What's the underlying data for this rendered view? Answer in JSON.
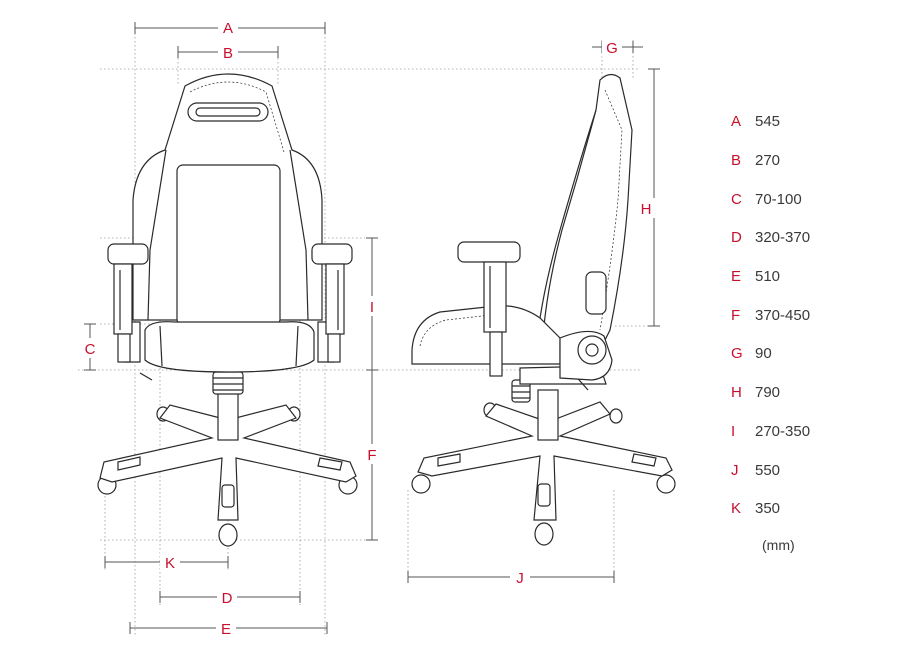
{
  "dimension_labels": {
    "A": "A",
    "B": "B",
    "C": "C",
    "D": "D",
    "E": "E",
    "F": "F",
    "G": "G",
    "H": "H",
    "I": "I",
    "J": "J",
    "K": "K"
  },
  "specs": [
    {
      "letter": "A",
      "value": "545"
    },
    {
      "letter": "B",
      "value": "270"
    },
    {
      "letter": "C",
      "value": "70-100"
    },
    {
      "letter": "D",
      "value": "320-370"
    },
    {
      "letter": "E",
      "value": "510"
    },
    {
      "letter": "F",
      "value": "370-450"
    },
    {
      "letter": "G",
      "value": "90"
    },
    {
      "letter": "H",
      "value": "790"
    },
    {
      "letter": "I",
      "value": "270-350"
    },
    {
      "letter": "J",
      "value": "550"
    },
    {
      "letter": "K",
      "value": "350"
    }
  ],
  "unit": "(mm)",
  "colors": {
    "label": "#c8102e",
    "value": "#3a3a3a",
    "line": "#2a2a2a"
  }
}
